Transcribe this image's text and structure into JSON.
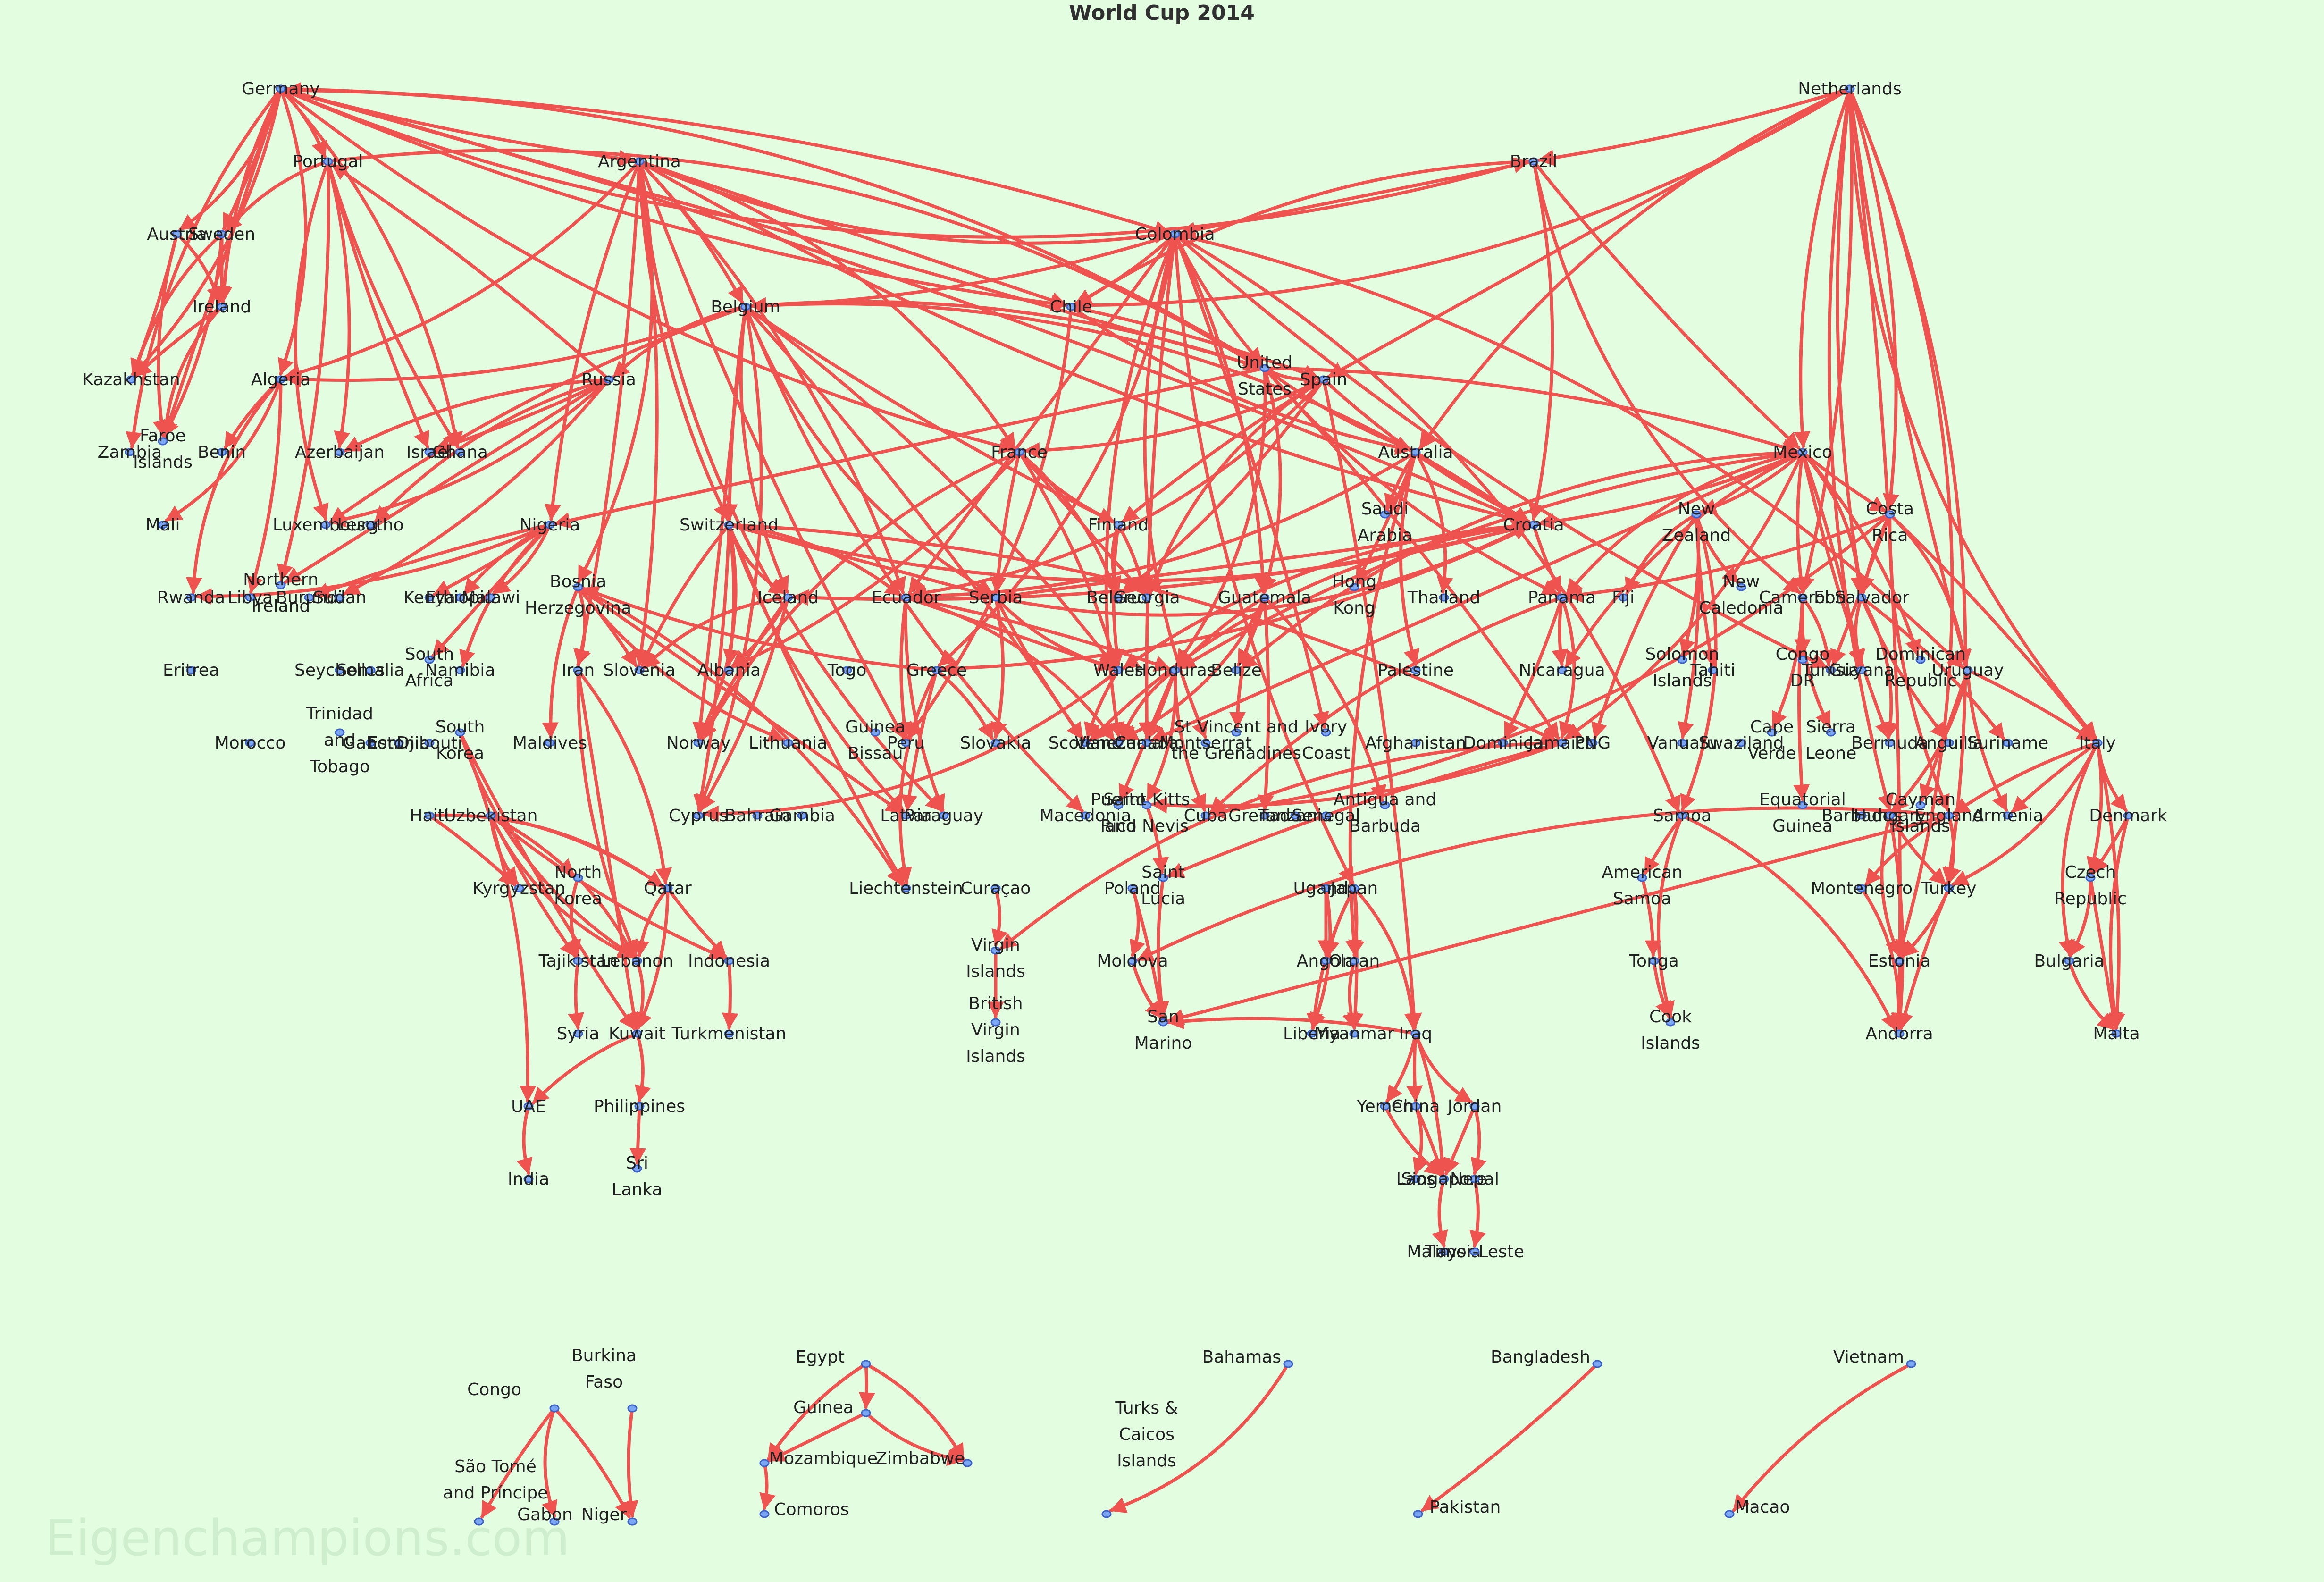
{
  "title": "World Cup 2014",
  "watermark": "Eigenchampions.com",
  "colors": {
    "background": "#e2fde0",
    "edge": "#ef5350",
    "node_fill": "#7aa6f2",
    "node_stroke": "#3d63c9"
  },
  "nodes": {
    "germany": [
      "Germany"
    ],
    "netherlands": [
      "Netherlands"
    ],
    "portugal": [
      "Portugal"
    ],
    "argentina": [
      "Argentina"
    ],
    "brazil": [
      "Brazil"
    ],
    "austria": [
      "Austria"
    ],
    "sweden": [
      "Sweden"
    ],
    "colombia": [
      "Colombia"
    ],
    "ireland": [
      "Ireland"
    ],
    "chile": [
      "Chile"
    ],
    "belgium": [
      "Belgium"
    ],
    "kazakhstan": [
      "Kazakhstan"
    ],
    "algeria": [
      "Algeria"
    ],
    "russia": [
      "Russia"
    ],
    "usa": [
      "United",
      "States"
    ],
    "spain": [
      "Spain"
    ],
    "zambia": [
      "Zambia"
    ],
    "faroe": [
      "Faroe",
      "Islands"
    ],
    "benin": [
      "Benin"
    ],
    "azerbaijan": [
      "Azerbaijan"
    ],
    "israel": [
      "Israel"
    ],
    "ghana": [
      "Ghana"
    ],
    "france": [
      "France"
    ],
    "australia": [
      "Australia"
    ],
    "mexico": [
      "Mexico"
    ],
    "mali": [
      "Mali"
    ],
    "luxembourg": [
      "Luxembourg"
    ],
    "lesotho": [
      "Lesotho"
    ],
    "nigeria": [
      "Nigeria"
    ],
    "switzerland": [
      "Switzerland"
    ],
    "finland": [
      "Finland"
    ],
    "saudi": [
      "Saudi",
      "Arabia"
    ],
    "croatia": [
      "Croatia"
    ],
    "newzealand": [
      "New",
      "Zealand"
    ],
    "costarica": [
      "Costa",
      "Rica"
    ],
    "rwanda": [
      "Rwanda"
    ],
    "libya": [
      "Libya"
    ],
    "burundi": [
      "Burundi"
    ],
    "nireland": [
      "Northern",
      "Ireland"
    ],
    "sudan": [
      "Sudan"
    ],
    "kenya": [
      "Kenya"
    ],
    "ethiopia": [
      "Ethiopia"
    ],
    "malawi": [
      "Malawi"
    ],
    "bosnia": [
      "Bosnia",
      "Herzegovina"
    ],
    "iceland": [
      "Iceland"
    ],
    "ecuador": [
      "Ecuador"
    ],
    "serbia": [
      "Serbia"
    ],
    "belarus": [
      "Belarus"
    ],
    "georgia": [
      "Georgia"
    ],
    "guatemala": [
      "Guatemala"
    ],
    "hongkong": [
      "Hong",
      "Kong"
    ],
    "thailand": [
      "Thailand"
    ],
    "panama": [
      "Panama"
    ],
    "fiji": [
      "Fiji"
    ],
    "newcaledonia": [
      "New",
      "Caledonia"
    ],
    "cameroon": [
      "Cameroon"
    ],
    "elsalvador": [
      "El Salvador"
    ],
    "eritrea": [
      "Eritrea"
    ],
    "seychelles": [
      "Seychelles"
    ],
    "somalia": [
      "Somalia"
    ],
    "southafrica": [
      "South",
      "Africa"
    ],
    "namibia": [
      "Namibia"
    ],
    "iran": [
      "Iran"
    ],
    "slovenia": [
      "Slovenia"
    ],
    "albania": [
      "Albania"
    ],
    "togo": [
      "Togo"
    ],
    "greece": [
      "Greece"
    ],
    "wales": [
      "Wales"
    ],
    "honduras": [
      "Honduras"
    ],
    "belize": [
      "Belize"
    ],
    "palestine": [
      "Palestine"
    ],
    "nicaragua": [
      "Nicaragua"
    ],
    "solomon": [
      "Solomon",
      "Islands"
    ],
    "tahiti": [
      "Tahiti"
    ],
    "congodr": [
      "Congo",
      "DR"
    ],
    "tunisia": [
      "Tunisia"
    ],
    "guyana": [
      "Guyana"
    ],
    "dominicanrep": [
      "Dominican",
      "Republic"
    ],
    "uruguay": [
      "Uruguay"
    ],
    "morocco": [
      "Morocco"
    ],
    "trinidad": [
      "Trinidad",
      "and",
      "Tobago"
    ],
    "gabon": [
      "Gabon"
    ],
    "estonia_pl": [
      "Estonia"
    ],
    "djibouti": [
      "Djibouti"
    ],
    "southkorea": [
      "South",
      "Korea"
    ],
    "maldives": [
      "Maldives"
    ],
    "norway": [
      "Norway"
    ],
    "lithuania": [
      "Lithuania"
    ],
    "guineabissau": [
      "Guinea",
      "Bissau"
    ],
    "peru": [
      "Peru"
    ],
    "slovakia": [
      "Slovakia"
    ],
    "scotland": [
      "Scotland"
    ],
    "venezuela": [
      "Venezuela"
    ],
    "canada": [
      "Canada"
    ],
    "montserrat": [
      "Montserrat"
    ],
    "stvincent": [
      "St Vincent and",
      "the Grenadines"
    ],
    "ivorycoast": [
      "Ivory",
      "Coast"
    ],
    "afghanistan": [
      "Afghanistan"
    ],
    "dominica": [
      "Dominica"
    ],
    "jamaica": [
      "Jamaica"
    ],
    "png": [
      "PNG"
    ],
    "vanuatu": [
      "Vanuatu"
    ],
    "swaziland": [
      "Swaziland"
    ],
    "capeverde": [
      "Cape",
      "Verde"
    ],
    "sierraleone": [
      "Sierra",
      "Leone"
    ],
    "bermuda": [
      "Bermuda"
    ],
    "anguilla": [
      "Anguilla"
    ],
    "suriname": [
      "Suriname"
    ],
    "italy": [
      "Italy"
    ],
    "haiti": [
      "Haiti"
    ],
    "uzbekistan": [
      "Uzbekistan"
    ],
    "cyprus": [
      "Cyprus"
    ],
    "bahrain": [
      "Bahrain"
    ],
    "gambia": [
      "Gambia"
    ],
    "latvia": [
      "Latvia"
    ],
    "paraguay": [
      "Paraguay"
    ],
    "macedonia": [
      "Macedonia"
    ],
    "puertorico": [
      "Puerto",
      "Rico"
    ],
    "stkitts": [
      "Saint Kitts",
      "and Nevis"
    ],
    "cuba": [
      "Cuba"
    ],
    "grenada": [
      "Grenada"
    ],
    "tanzania": [
      "Tanzania"
    ],
    "senegal": [
      "Senegal"
    ],
    "antigua": [
      "Antigua and",
      "Barbuda"
    ],
    "samoa": [
      "Samoa"
    ],
    "eqguinea": [
      "Equatorial",
      "Guinea"
    ],
    "barbados": [
      "Barbados"
    ],
    "hungary": [
      "Hungary"
    ],
    "cayman": [
      "Cayman",
      "Islands"
    ],
    "england": [
      "England"
    ],
    "armenia": [
      "Armenia"
    ],
    "denmark": [
      "Denmark"
    ],
    "kyrgyzstan": [
      "Kyrgyzstan"
    ],
    "northkorea": [
      "North",
      "Korea"
    ],
    "qatar": [
      "Qatar"
    ],
    "liechtenstein": [
      "Liechtenstein"
    ],
    "curacao": [
      "Curaçao"
    ],
    "poland": [
      "Poland"
    ],
    "stlucia": [
      "Saint",
      "Lucia"
    ],
    "uganda": [
      "Uganda"
    ],
    "japan": [
      "Japan"
    ],
    "amsamoa": [
      "American",
      "Samoa"
    ],
    "montenegro": [
      "Montenegro"
    ],
    "turkey": [
      "Turkey"
    ],
    "czech": [
      "Czech",
      "Republic"
    ],
    "tajikistan": [
      "Tajikistan"
    ],
    "lebanon": [
      "Lebanon"
    ],
    "indonesia": [
      "Indonesia"
    ],
    "usvi": [
      "Virgin",
      "Islands"
    ],
    "moldova": [
      "Moldova"
    ],
    "angola": [
      "Angola"
    ],
    "oman": [
      "Oman"
    ],
    "tonga": [
      "Tonga"
    ],
    "estonia": [
      "Estonia"
    ],
    "bulgaria": [
      "Bulgaria"
    ],
    "syria": [
      "Syria"
    ],
    "kuwait": [
      "Kuwait"
    ],
    "turkmenistan": [
      "Turkmenistan"
    ],
    "bvi": [
      "British",
      "Virgin",
      "Islands"
    ],
    "sanmarino": [
      "San",
      "Marino"
    ],
    "liberia": [
      "Liberia"
    ],
    "myanmar": [
      "Myanmar"
    ],
    "iraq": [
      "Iraq"
    ],
    "cook": [
      "Cook",
      "Islands"
    ],
    "andorra": [
      "Andorra"
    ],
    "malta": [
      "Malta"
    ],
    "uae": [
      "UAE"
    ],
    "philippines": [
      "Philippines"
    ],
    "yemen": [
      "Yemen"
    ],
    "china": [
      "China"
    ],
    "jordan": [
      "Jordan"
    ],
    "india": [
      "India"
    ],
    "srilanka": [
      "Sri",
      "Lanka"
    ],
    "laos": [
      "Laos"
    ],
    "singapore": [
      "Singapore"
    ],
    "nepal": [
      "Nepal"
    ],
    "malaysia": [
      "Malaysia"
    ],
    "timorleste": [
      "Timor-Leste"
    ],
    "congo": [
      "Congo"
    ],
    "burkinafaso": [
      "Burkina",
      "Faso"
    ],
    "saotome": [
      "São Tomé",
      "and Príncipe"
    ],
    "gabon2": [
      "Gabon"
    ],
    "niger": [
      "Niger"
    ],
    "egypt": [
      "Egypt"
    ],
    "guinea": [
      "Guinea"
    ],
    "mozambique": [
      "Mozambique"
    ],
    "zimbabwe": [
      "Zimbabwe"
    ],
    "comoros": [
      "Comoros"
    ],
    "bahamas": [
      "Bahamas"
    ],
    "turkscaicos": [
      "Turks &",
      "Caicos",
      "Islands"
    ],
    "bangladesh": [
      "Bangladesh"
    ],
    "pakistan": [
      "Pakistan"
    ],
    "vietnam": [
      "Vietnam"
    ],
    "macao": [
      "Macao"
    ]
  }
}
